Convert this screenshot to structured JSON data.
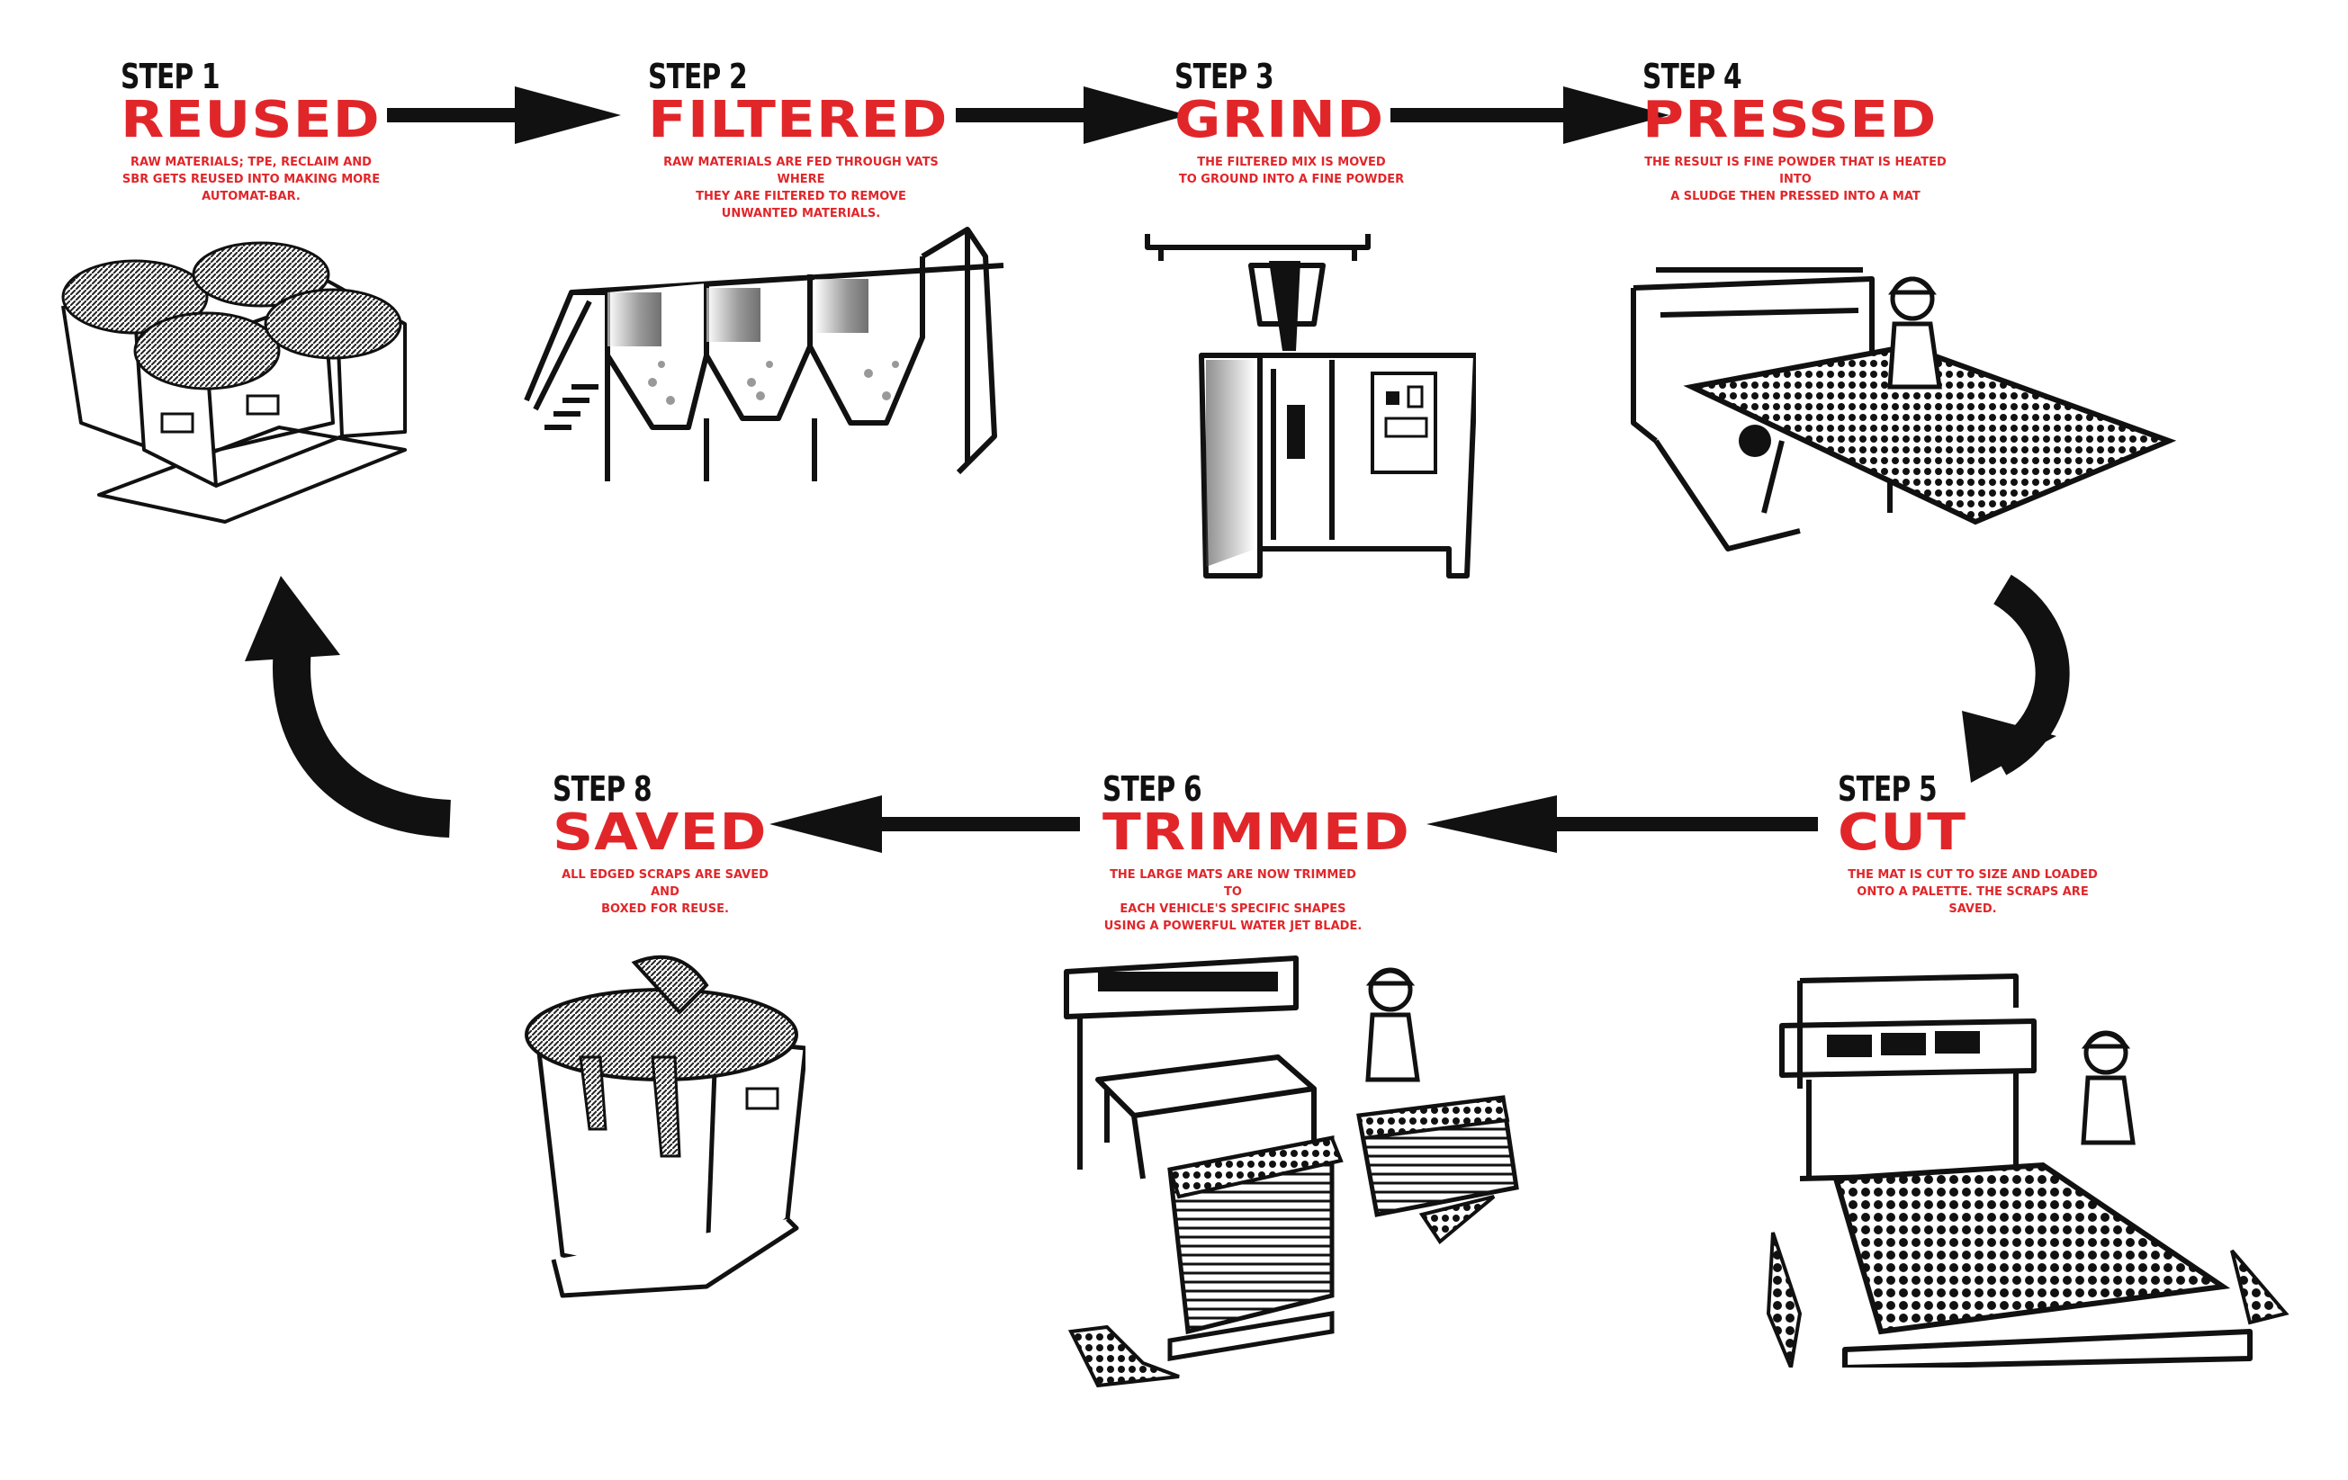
{
  "colors": {
    "accent": "#e1262a",
    "ink": "#111111",
    "background": "#ffffff"
  },
  "steps": [
    {
      "number": "STEP 1",
      "title": "REUSED",
      "description": "RAW MATERIALS; TPE, RECLAIM AND\nSBR GETS REUSED INTO MAKING MORE\nAUTOMAT-BAR.",
      "illustration": "bulk-bags-icon"
    },
    {
      "number": "STEP 2",
      "title": "FILTERED",
      "description": "RAW MATERIALS ARE FED THROUGH VATS WHERE\nTHEY ARE FILTERED TO REMOVE\nUNWANTED MATERIALS.",
      "illustration": "filter-vats-icon"
    },
    {
      "number": "STEP 3",
      "title": "GRIND",
      "description": "THE FILTERED MIX IS MOVED\nTO GROUND INTO A FINE POWDER",
      "illustration": "grinder-machine-icon"
    },
    {
      "number": "STEP 4",
      "title": "PRESSED",
      "description": "THE RESULT IS FINE POWDER THAT IS HEATED INTO\nA SLUDGE THEN PRESSED INTO A MAT",
      "illustration": "press-machine-icon"
    },
    {
      "number": "STEP 5",
      "title": "CUT",
      "description": "THE MAT IS CUT TO SIZE AND LOADED\nONTO A PALETTE. THE SCRAPS ARE SAVED.",
      "illustration": "cutting-machine-icon"
    },
    {
      "number": "STEP 6",
      "title": "TRIMMED",
      "description": "THE LARGE MATS ARE NOW TRIMMED TO\nEACH VEHICLE'S SPECIFIC SHAPES\nUSING A POWERFUL WATER JET BLADE.",
      "illustration": "water-jet-trimmer-icon"
    },
    {
      "number": "STEP 8",
      "title": "SAVED",
      "description": "ALL EDGED SCRAPS ARE SAVED AND\nBOXED FOR REUSE.",
      "illustration": "scrap-bag-icon"
    }
  ]
}
